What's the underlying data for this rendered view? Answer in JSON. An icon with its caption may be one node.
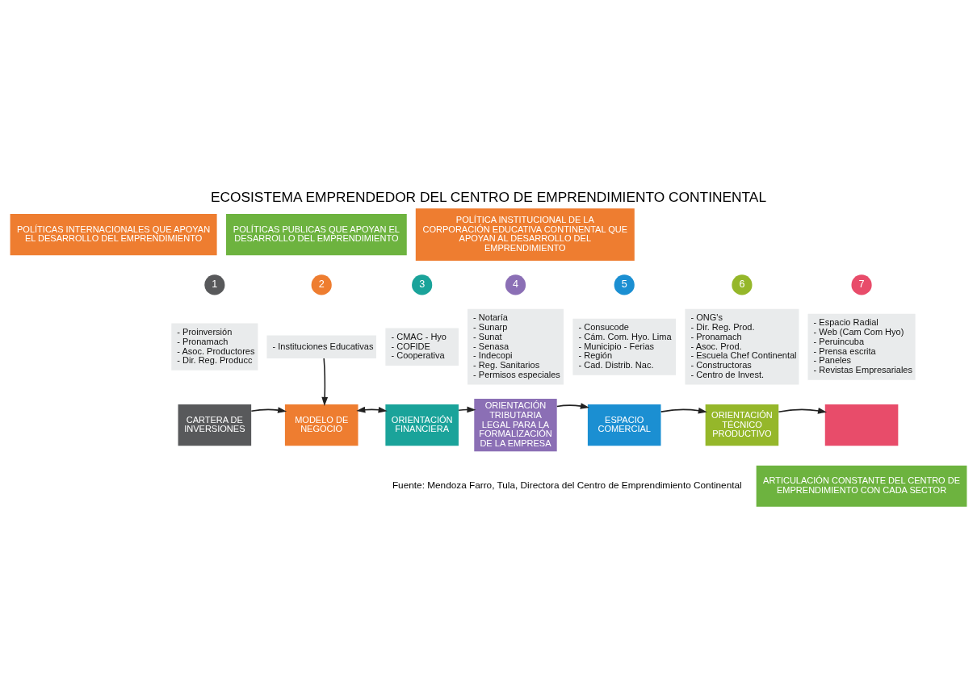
{
  "diagram": {
    "title": "ECOSISTEMA EMPRENDEDOR DEL CENTRO DE EMPRENDIMIENTO CONTINENTAL",
    "caption": "Fuente: Mendoza Farro, Tula, Directora del Centro de Emprendimiento Continental",
    "nodes": [
      {
        "text": [
          "POLÍTICAS INTERNACIONALES QUE APOYAN EL DESARROLLO DEL EMPRENDIMIENTO"
        ]
      },
      {
        "text": [
          "POLÍTICAS PUBLICAS QUE APOYAN EL DESARROLLO DEL EMPRENDIMIENTO"
        ]
      },
      {
        "text": [
          "POLÍTICA INSTITUCIONAL DE LA CORPORACIÓN EDUCATIVA CONTINENTAL QUE APOYAN AL DESARROLLO DEL EMPRENDIMIENTO"
        ]
      },
      {
        "text": [
          "1"
        ]
      },
      {
        "text": [
          "- Proinversión",
          "- Pronamach",
          "- Asoc. Productores",
          "- Dir. Reg. Producc"
        ]
      },
      {
        "text": [
          "CARTERA DE INVERSIONES"
        ]
      },
      {
        "text": [
          "2"
        ]
      },
      {
        "text": [
          "- Instituciones Educativas"
        ]
      },
      {
        "text": [
          "MODELO DE NEGOCIO"
        ]
      },
      {
        "text": [
          "3"
        ]
      },
      {
        "text": [
          "- CMAC - Hyo",
          "- COFIDE",
          "- Cooperativa"
        ]
      },
      {
        "text": [
          "ORIENTACIÓN FINANCIERA"
        ]
      },
      {
        "text": [
          "4"
        ]
      },
      {
        "text": [
          "- Notaría",
          "- Sunarp",
          "- Sunat",
          "- Senasa",
          "- Indecopi",
          "- Reg. Sanitarios",
          "- Permisos especiales"
        ]
      },
      {
        "text": [
          "ORIENTACIÓN TRIBUTARIA LEGAL PARA LA FORMALIZACIÓN DE LA EMPRESA"
        ]
      },
      {
        "text": [
          "5"
        ]
      },
      {
        "text": [
          "- Consucode",
          "- Cám. Com. Hyo. Lima",
          "- Municipio - Ferias",
          "- Región",
          "- Cad. Distrib. Nac."
        ]
      },
      {
        "text": [
          "ESPACIO COMERCIAL"
        ]
      },
      {
        "text": [
          "6"
        ]
      },
      {
        "text": [
          "- ONG's",
          "- Dir. Reg. Prod.",
          "- Pronamach",
          "- Asoc. Prod.",
          "- Escuela Chef Continental",
          "- Constructoras",
          "- Centro de Invest."
        ]
      },
      {
        "text": [
          "ORIENTACIÓN TÉCNICO PRODUCTIVO"
        ]
      },
      {
        "text": [
          "7"
        ]
      },
      {
        "text": [
          "- Espacio Radial",
          "- Web (Cam Com Hyo)",
          "- Peruincuba",
          "- Prensa escrita",
          "- Paneles",
          "- Revistas Empresariales"
        ]
      },
      {
        "text": [],
        "shape": "box"
      },
      {
        "text": [
          "ARTICULACIÓN CONSTANTE DEL CENTRO DE EMPRENDIMIENTO CON CADA SECTOR"
        ]
      }
    ],
    "edges": [
      {
        "from": 5,
        "to": 8,
        "arrow": "to"
      },
      {
        "from": 8,
        "to": 11,
        "arrow": "both"
      },
      {
        "from": 7,
        "to": 8,
        "arrow": "to"
      },
      {
        "from": 11,
        "to": 14,
        "arrow": "to"
      },
      {
        "from": 14,
        "to": 17,
        "arrow": "to"
      },
      {
        "from": 17,
        "to": 20,
        "arrow": "to"
      },
      {
        "from": 20,
        "to": 23,
        "arrow": "to"
      }
    ]
  }
}
